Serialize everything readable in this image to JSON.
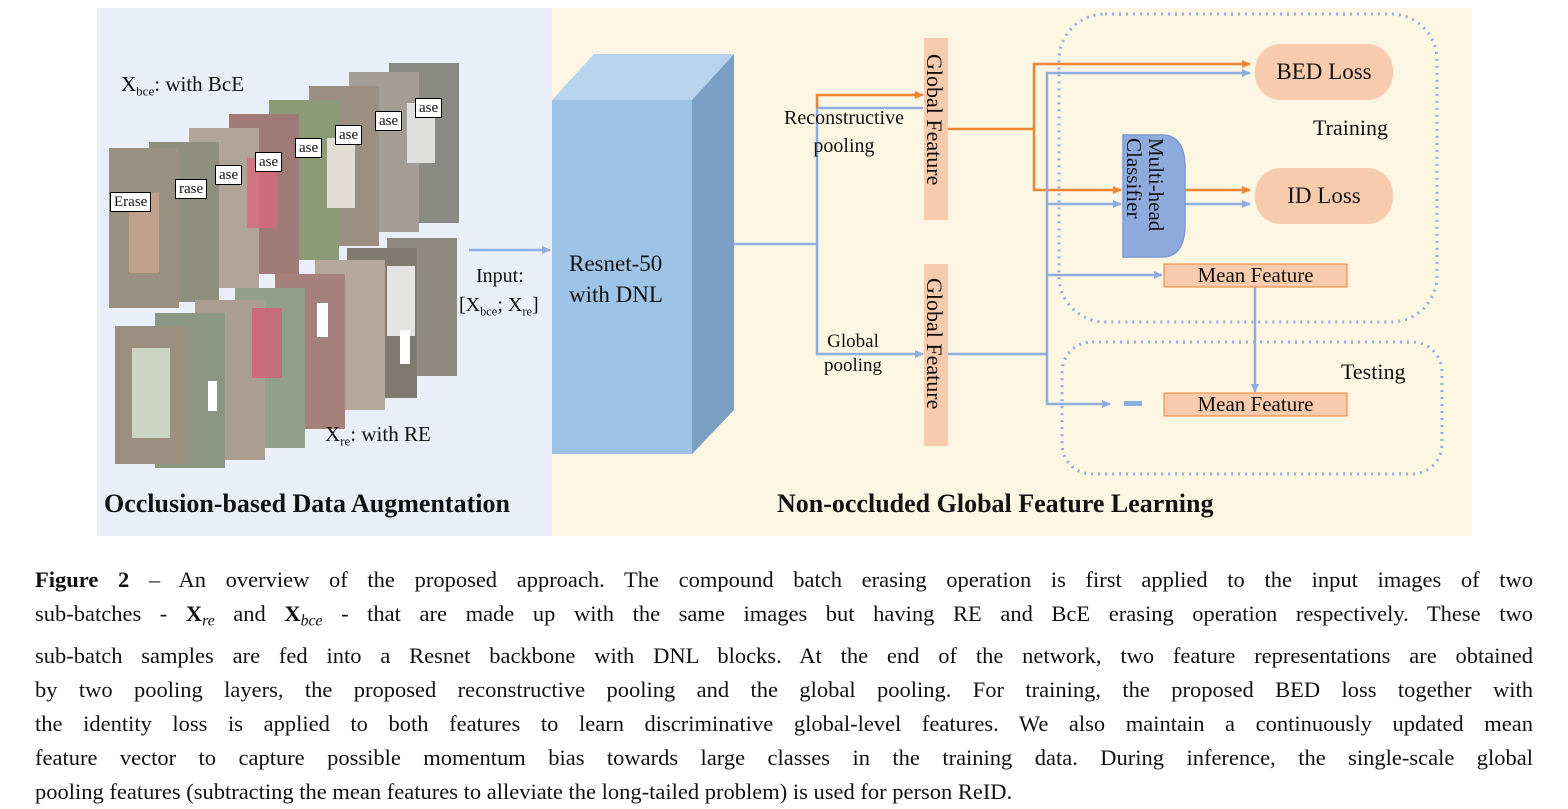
{
  "figure": {
    "left_panel": {
      "title": "Occlusion-based Data Augmentation",
      "bce_label_main": "X",
      "bce_label_sub": "bce",
      "bce_label_rest": ": with BcE",
      "re_label_main": "X",
      "re_label_sub": "re",
      "re_label_rest": ": with RE",
      "erase_text": "Erase",
      "erase_partial": "rase",
      "erase_partial2": "ase"
    },
    "input": {
      "line1": "Input:",
      "open": "[X",
      "sub1": "bce",
      "sep": "; X",
      "sub2": "re",
      "close": "]"
    },
    "backbone": {
      "line1": "Resnet-50",
      "line2": "with DNL"
    },
    "right_panel": {
      "title": "Non-occluded Global Feature Learning",
      "reconstructive_pooling_1": "Reconstructive",
      "reconstructive_pooling_2": "pooling",
      "global_pooling_1": "Global",
      "global_pooling_2": "pooling",
      "global_feature_top": "Global Feature",
      "global_feature_bottom": "Global Feature",
      "classifier_1": "Multi-head",
      "classifier_2": "Classifier",
      "bed_loss": "BED Loss",
      "id_loss": "ID Loss",
      "mean_feature_train": "Mean Feature",
      "mean_feature_test": "Mean Feature",
      "training": "Training",
      "testing": "Testing",
      "minus": "-"
    },
    "colors": {
      "left_bg": "#e9eef8",
      "right_bg": "#fdf6e3",
      "orange": "#ee8434",
      "blue_line": "#8eaee2",
      "salmon": "#f8cbad",
      "backbone": "#9dc3e6",
      "backbone_side": "#7a9fc2",
      "backbone_top": "#b7d3ee",
      "classifier": "#8faadc",
      "dotted": "#8eaee2"
    }
  },
  "caption": {
    "fig_label": "Figure 2",
    "l1_rest": " – An overview of the proposed approach.  The compound batch erasing operation is first applied to the input images of two",
    "l2_a": "sub-batches - ",
    "l2_x1": "X",
    "l2_s1": "re",
    "l2_b": " and ",
    "l2_x2": "X",
    "l2_s2": "bce",
    "l2_c": " - that are made up with the same images but having RE and BcE erasing operation respectively. These two",
    "l3": "sub-batch samples are fed into a Resnet backbone with DNL blocks.  At the end of the network, two feature representations are obtained",
    "l4": "by two pooling layers, the proposed reconstructive pooling and the global pooling.  For training, the proposed BED loss together with",
    "l5": "the identity loss is applied to both features to learn discriminative global-level features.  We also maintain a continuously updated mean",
    "l6": "feature vector to capture possible momentum bias towards large classes in the training data.  During inference, the single-scale global",
    "l7": "pooling features (subtracting the mean features to alleviate the long-tailed problem) is used for person ReID."
  }
}
